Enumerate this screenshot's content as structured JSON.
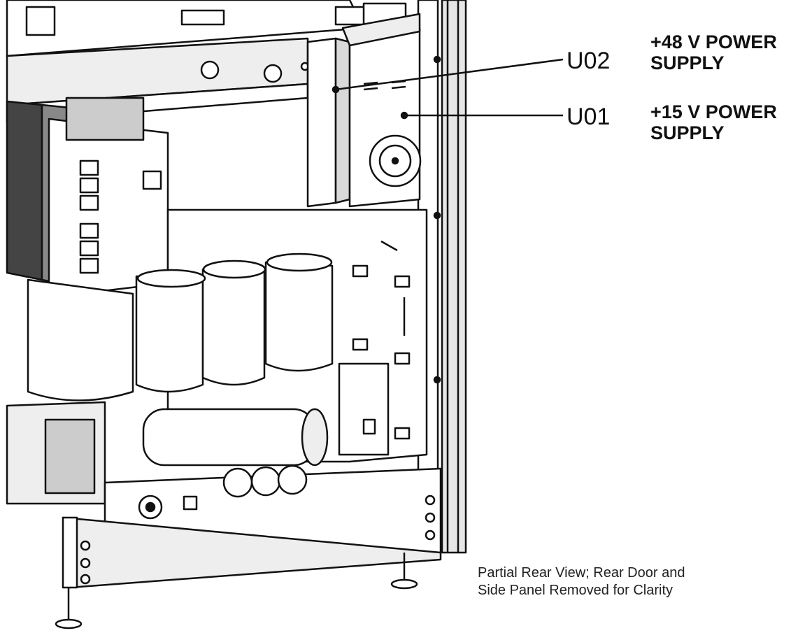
{
  "labels": [
    {
      "ref": "U02",
      "description_line1": "+48 V POWER",
      "description_line2": "SUPPLY"
    },
    {
      "ref": "U01",
      "description_line1": "+15 V POWER",
      "description_line2": "SUPPLY"
    }
  ],
  "caption": {
    "line1": "Partial Rear View; Rear Door and",
    "line2": "Side Panel Removed for Clarity"
  },
  "colors": {
    "line": "#111111",
    "fill": "#ffffff",
    "shade": "#d9d9d9"
  }
}
